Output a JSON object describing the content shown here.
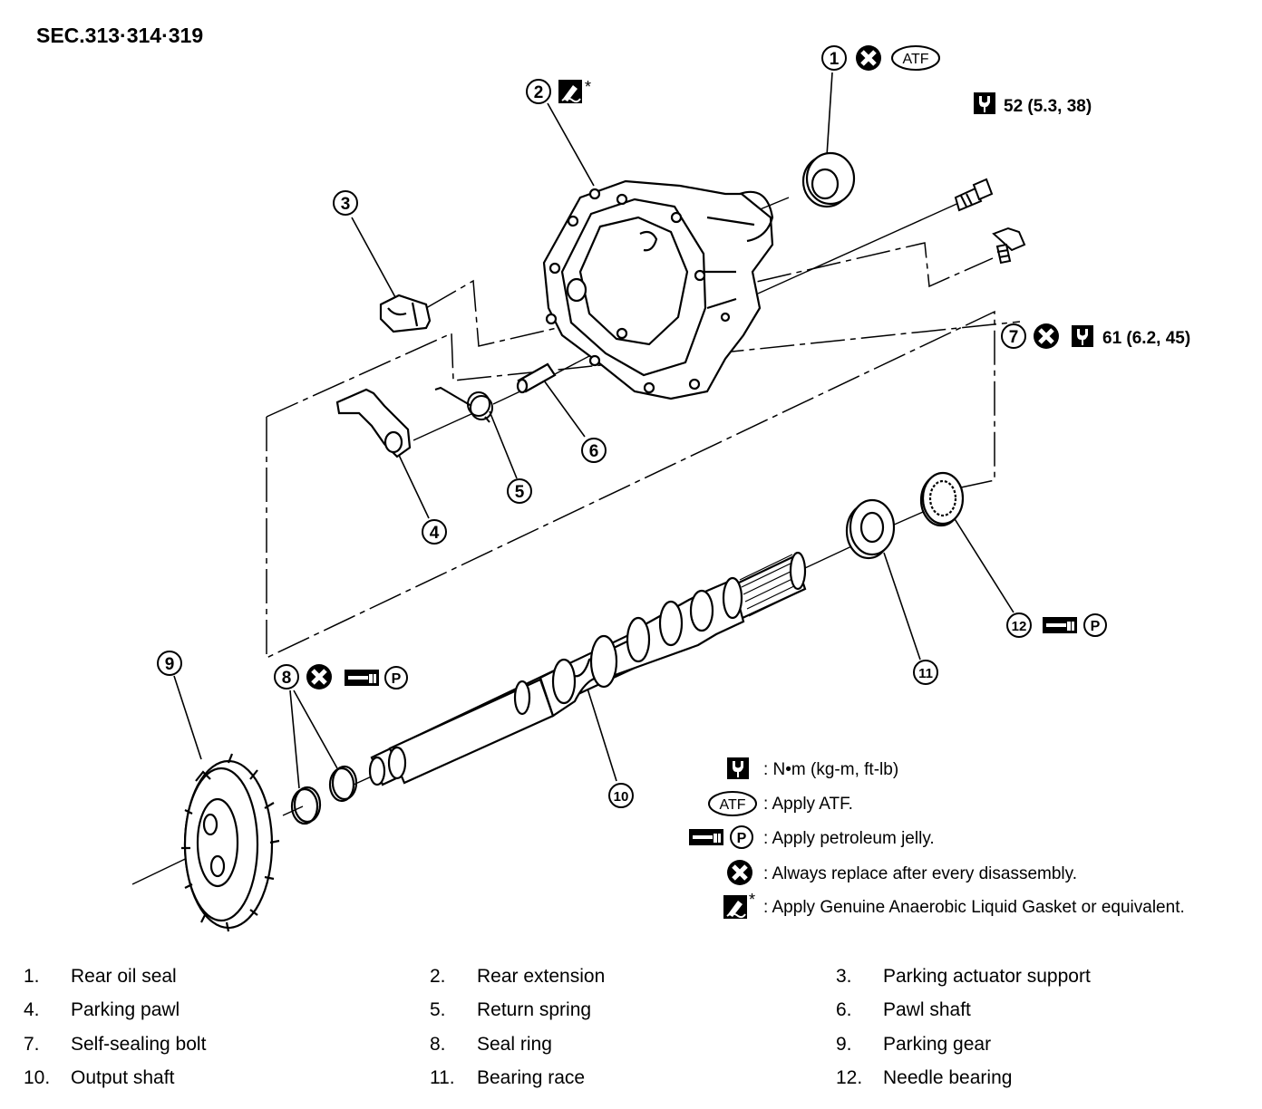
{
  "section_title": "SEC.313·314·319",
  "callouts": {
    "c1": "1",
    "c2": "2",
    "c3": "3",
    "c4": "4",
    "c5": "5",
    "c6": "6",
    "c7": "7",
    "c8": "8",
    "c9": "9",
    "c10": "10",
    "c11": "11",
    "c12": "12"
  },
  "symbols": {
    "atf": "ATF",
    "petroleum": "P",
    "asterisk": "*"
  },
  "torque": {
    "t52": "52  (5.3, 38)",
    "t61": "61  (6.2, 45)"
  },
  "legend": {
    "torque_unit": ":  N•m   (kg-m,   ft-lb)",
    "atf": ": Apply ATF.",
    "petroleum": ": Apply petroleum jelly.",
    "replace": ": Always replace after every disassembly.",
    "gasket": ": Apply Genuine Anaerobic Liquid Gasket or equivalent."
  },
  "parts": [
    {
      "num": "1.",
      "name": "Rear oil seal"
    },
    {
      "num": "2.",
      "name": "Rear extension"
    },
    {
      "num": "3.",
      "name": "Parking actuator support"
    },
    {
      "num": "4.",
      "name": "Parking pawl"
    },
    {
      "num": "5.",
      "name": "Return spring"
    },
    {
      "num": "6.",
      "name": "Pawl shaft"
    },
    {
      "num": "7.",
      "name": "Self-sealing bolt"
    },
    {
      "num": "8.",
      "name": "Seal ring"
    },
    {
      "num": "9.",
      "name": "Parking gear"
    },
    {
      "num": "10.",
      "name": "Output shaft"
    },
    {
      "num": "11.",
      "name": "Bearing race"
    },
    {
      "num": "12.",
      "name": "Needle bearing"
    }
  ]
}
